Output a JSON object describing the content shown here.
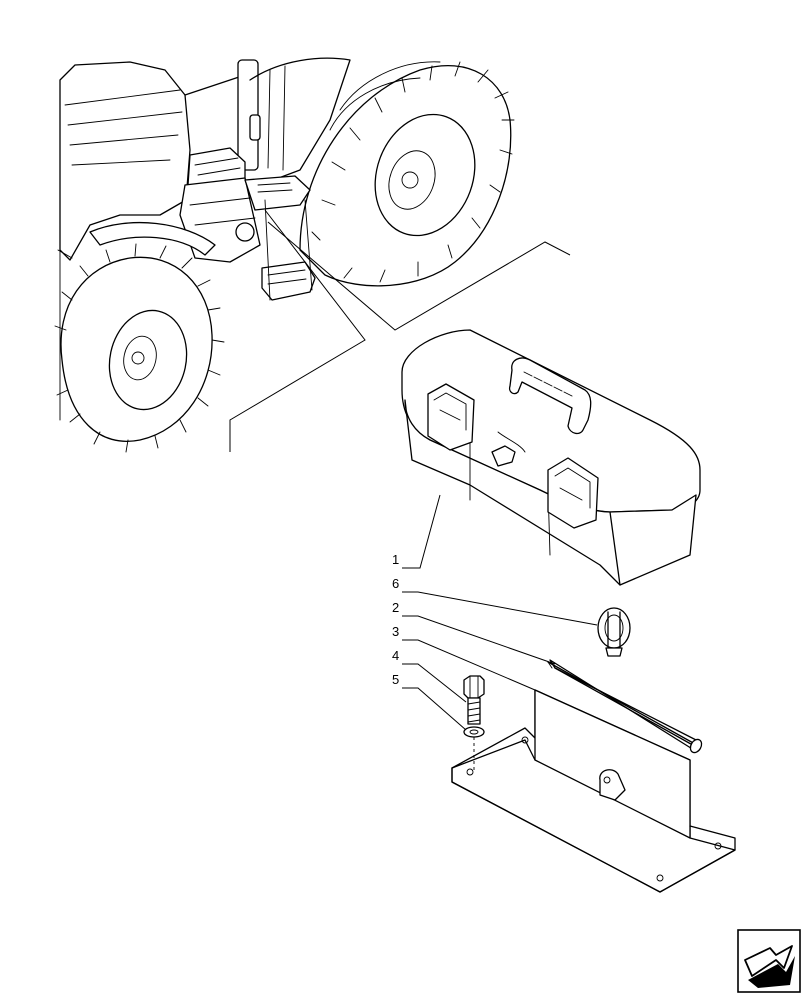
{
  "callouts": {
    "c1": "1",
    "c2": "2",
    "c3": "3",
    "c4": "4",
    "c5": "5",
    "c6": "6"
  },
  "icons": {
    "nav": "arrow-nav-icon"
  }
}
